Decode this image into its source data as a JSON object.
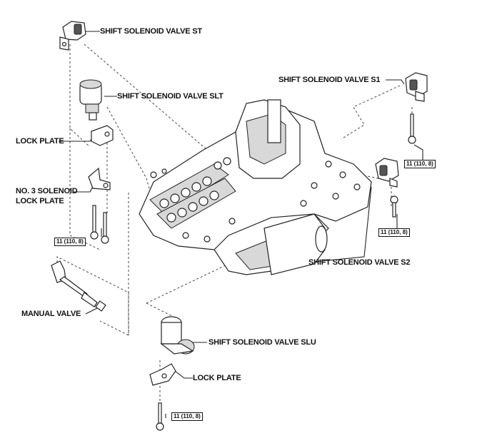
{
  "labels": {
    "st": "SHIFT SOLENOID VALVE ST",
    "slt": "SHIFT SOLENOID VALVE SLT",
    "s1": "SHIFT SOLENOID VALVE S1",
    "s2": "SHIFT SOLENOID VALVE S2",
    "slu": "SHIFT SOLENOID VALVE SLU",
    "lock_plate_upper": "LOCK PLATE",
    "no3_line1": "NO. 3 SOLENOID",
    "no3_line2": "LOCK PLATE",
    "manual_valve": "MANUAL VALVE",
    "lock_plate_lower": "LOCK PLATE"
  },
  "torques": {
    "left": "11 (110, 8)",
    "s1": "11 (110, 8)",
    "s2": "11 (110, 8)",
    "bottom": "11 (110, 8)"
  }
}
